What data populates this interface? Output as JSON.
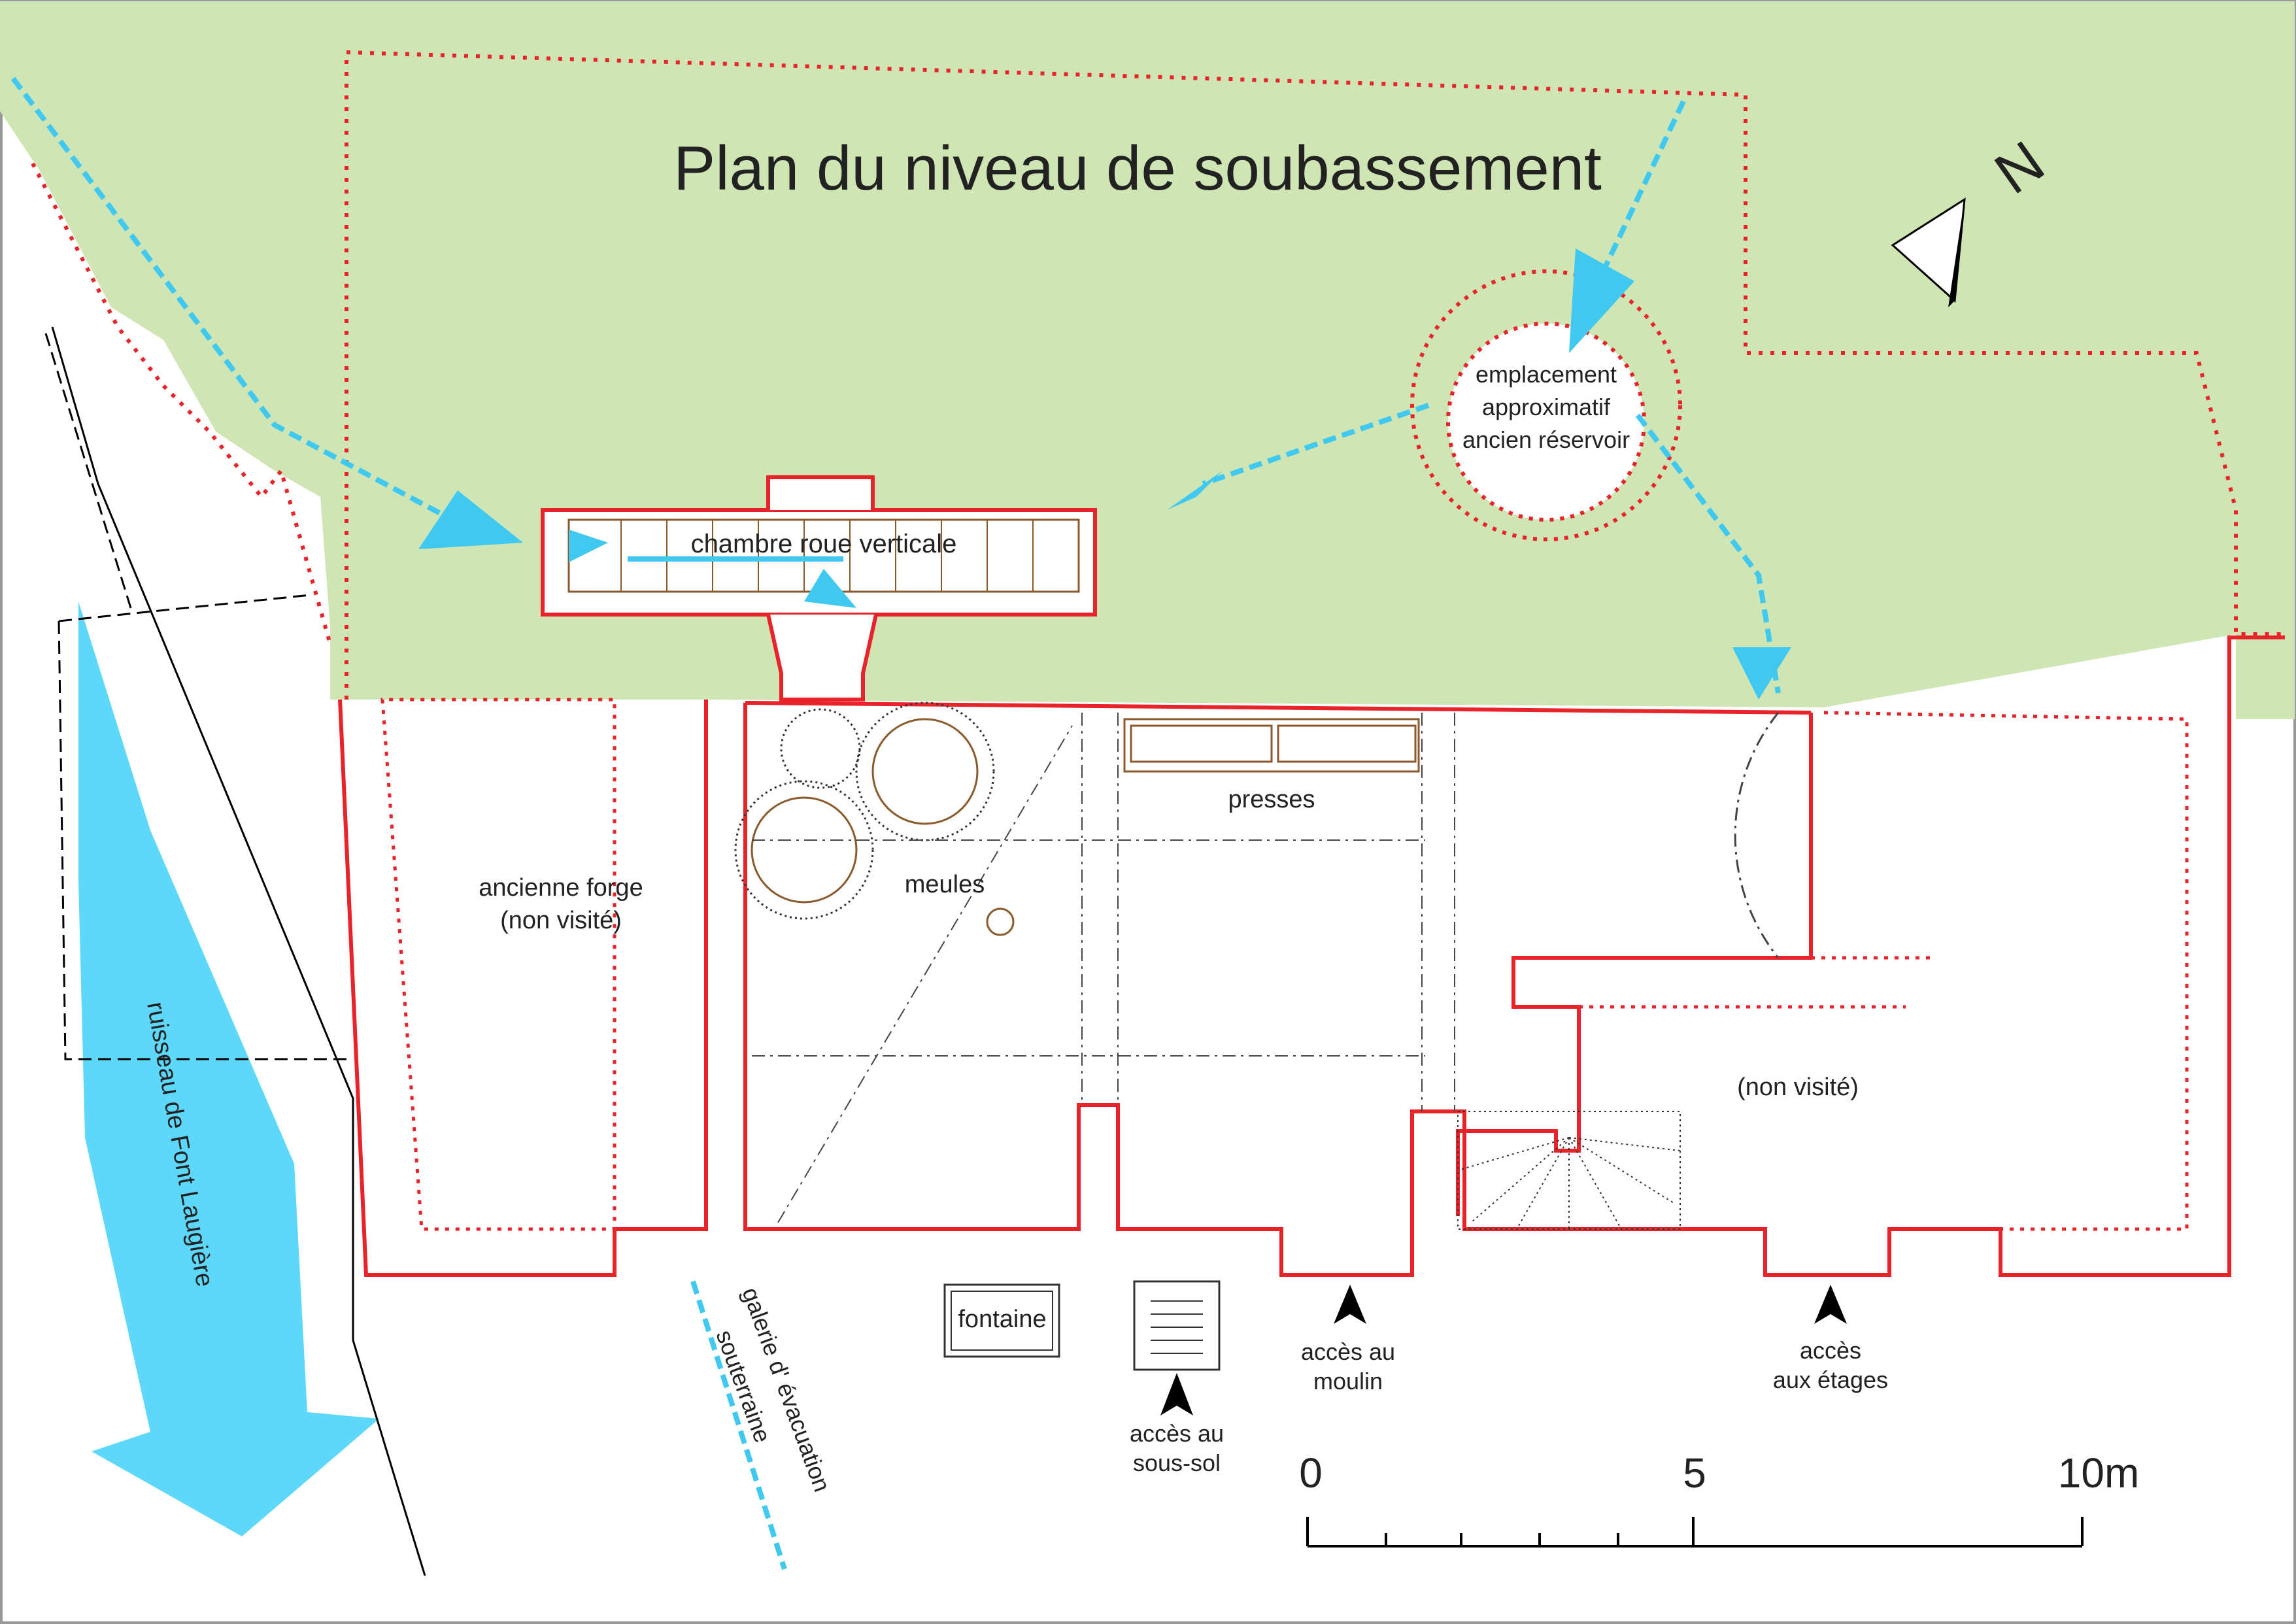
{
  "title": "Plan du niveau de soubassement",
  "north": "N",
  "labels": {
    "chambre": "chambre roue verticale",
    "reservoir_1": "emplacement",
    "reservoir_2": "approximatif",
    "reservoir_3": "ancien réservoir",
    "forge_1": "ancienne forge",
    "forge_2": "(non visité)",
    "meules": "meules",
    "presses": "presses",
    "non_visite": "(non visité)",
    "fontaine": "fontaine",
    "ruisseau": "ruisseau de Font Laugière",
    "galerie_1": "galerie d' évacuation",
    "galerie_2": "souterraine",
    "acces_moulin_1": "accès au",
    "acces_moulin_2": "moulin",
    "acces_sous_sol_1": "accès au",
    "acces_sous_sol_2": "sous-sol",
    "acces_etages_1": "accès",
    "acces_etages_2": "aux étages"
  },
  "scale": {
    "tick_0": "0",
    "tick_5": "5",
    "tick_10": "10m"
  },
  "colors": {
    "ground": "#cfe6b4",
    "walls": "#e8232a",
    "water": "#3fc8f0",
    "stream": "#5ed8fa",
    "machinery": "#8b5a2b"
  }
}
